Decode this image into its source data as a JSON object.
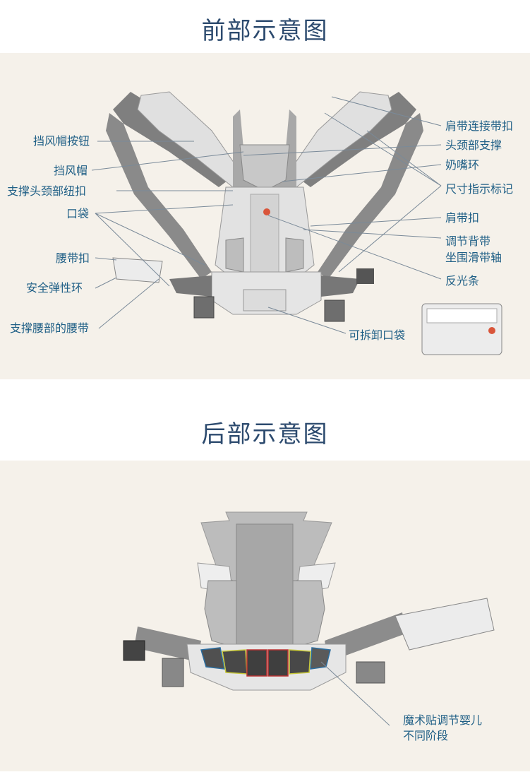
{
  "front": {
    "title": "前部示意图",
    "labels_left": [
      "挡风帽按钮",
      "挡风帽",
      "支撑头颈部纽扣",
      "口袋",
      "腰带扣",
      "安全弹性环",
      "支撑腰部的腰带"
    ],
    "labels_right": [
      "肩带连接带扣",
      "头颈部支撑",
      "奶嘴环",
      "尺寸指示标记",
      "肩带扣",
      "调节背带",
      "坐围滑带轴",
      "反光条",
      "可拆卸口袋"
    ]
  },
  "back": {
    "title": "后部示意图",
    "label_line1": "魔术贴调节婴儿",
    "label_line2": "不同阶段"
  },
  "colors": {
    "title": "#2c4a6e",
    "label": "#1f5f86",
    "panel": "#f5f1ea",
    "strap": "#7f7f7f",
    "body_light": "#e9e9e9",
    "body_mid": "#bdbdbd",
    "body_dark": "#555555"
  }
}
